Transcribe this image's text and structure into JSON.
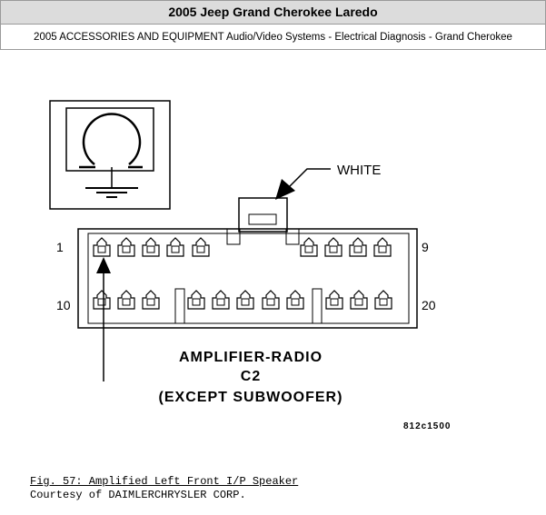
{
  "header": {
    "title": "2005 Jeep Grand Cherokee Laredo",
    "subtitle": "2005 ACCESSORIES AND EQUIPMENT Audio/Video Systems - Electrical Diagnosis - Grand Cherokee"
  },
  "diagram": {
    "wire_color_label": "WHITE",
    "pin_start_top": "1",
    "pin_end_top": "9",
    "pin_start_bottom": "10",
    "pin_end_bottom": "20",
    "connector_name": "AMPLIFIER-RADIO",
    "connector_id": "C2",
    "connector_note": "(EXCEPT SUBWOOFER)",
    "image_code": "812c1500"
  },
  "caption": {
    "figure": "Fig. 57: Amplified Left Front I/P Speaker",
    "courtesy": "Courtesy of DAIMLERCHRYSLER CORP."
  }
}
